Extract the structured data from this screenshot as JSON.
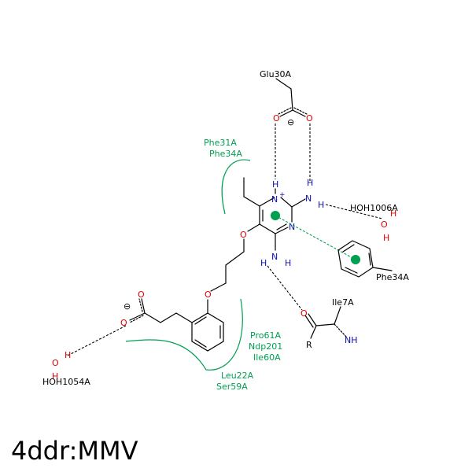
{
  "title": "4ddr:MMV",
  "colors": {
    "bond": "#000000",
    "oxygen": "#e00000",
    "nitrogen": "#1010b0",
    "hydrophobic": "#00a050",
    "pi_center": "#00a050"
  },
  "residue_labels": {
    "glu": "Glu30A",
    "phe_ring": "Phe34A",
    "ile": "Ile7A",
    "hoh_right": "HOH1006A",
    "hoh_left": "HOH1054A"
  },
  "hydrophobic_labels": {
    "top_1": "Phe31A",
    "top_2": "Phe34A",
    "mid_1": "Pro61A",
    "mid_2": "Ndp201",
    "mid_3": "Ile60A",
    "bot_1": "Leu22A",
    "bot_2": "Ser59A"
  },
  "atoms": {
    "glu_o1": "O",
    "glu_o2": "O",
    "glu_charge": "⊖",
    "ring_n1": "N",
    "ring_n1_charge": "+",
    "ring_n3": "N",
    "ring_n1_h": "H",
    "amine_top_n": "N",
    "amine_top_h1": "H",
    "amine_top_h2": "H",
    "amine_bot_n": "N",
    "amine_bot_h1": "H",
    "amine_bot_h2": "H",
    "ether_o1": "O",
    "ether_o2": "O",
    "acid_o1": "O",
    "acid_o2": "O",
    "acid_charge": "⊖",
    "water_r_o": "O",
    "water_r_h1": "H",
    "water_r_h2": "H",
    "water_l_o": "O",
    "water_l_h1": "H",
    "water_l_h2": "H",
    "ile_o": "O",
    "ile_r": "R",
    "ile_nh": "NH"
  }
}
